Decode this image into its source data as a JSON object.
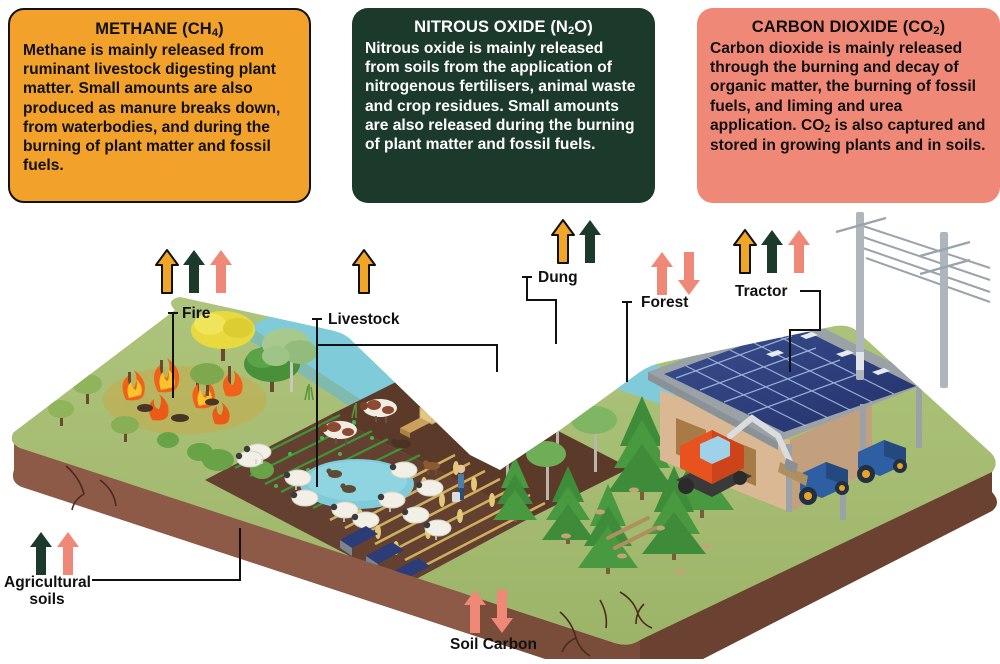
{
  "boxes": [
    {
      "id": "methane",
      "title_main": "METHANE (CH",
      "title_sub": "4",
      "title_end": ")",
      "body": "Methane is mainly released from ruminant livestock digesting plant matter. Small amounts are also produced as manure breaks down, from waterbodies, and during the burning of plant matter and fossil fuels.",
      "bg": "#F2A22B",
      "fg": "#111111"
    },
    {
      "id": "n2o",
      "title_main": "NITROUS OXIDE (N",
      "title_sub": "2",
      "title_end": "O)",
      "body": "Nitrous oxide is mainly released from soils from the application of nitrogenous fertilisers, animal waste and crop residues. Small amounts are also released during the burning of plant matter and fossil fuels.",
      "bg": "#1C3A2B",
      "fg": "#FFFFFF"
    },
    {
      "id": "co2",
      "title_main": "CARBON DIOXIDE (CO",
      "title_sub": "2",
      "title_end": ")",
      "body_pre": "Carbon dioxide is mainly released through the burning and decay of organic matter, the burning of fossil fuels, and liming and urea application. CO",
      "body_sub": "2",
      "body_post": " is also captured and stored in growing plants and in soils.",
      "bg": "#F08878",
      "fg": "#111111"
    }
  ],
  "colors": {
    "methane_arrow": "#F2A628",
    "n2o_arrow": "#1C3A2B",
    "co2_arrow": "#F08878",
    "arrow_outline": "#111111",
    "land_grass": "#A8BE74",
    "land_grass_dark": "#93AC62",
    "land_soil": "#8C5A46",
    "land_soil_dark": "#7A4C3A",
    "water": "#7FCBD9",
    "field_soil": "#63402F",
    "barn_wall": "#D9B893",
    "roof_panel": "#2B3C78",
    "tractor_red": "#E8521F",
    "tractor_blue": "#2E5FA3",
    "pole_grey": "#AFB6BB"
  },
  "labels": [
    {
      "id": "fire",
      "text": "Fire",
      "arrows": [
        "methane",
        "n2o",
        "co2"
      ],
      "dirs": [
        "up",
        "up",
        "up"
      ]
    },
    {
      "id": "livestock",
      "text": "Livestock",
      "arrows": [
        "methane"
      ],
      "dirs": [
        "up"
      ]
    },
    {
      "id": "dung",
      "text": "Dung",
      "arrows": [
        "methane",
        "n2o"
      ],
      "dirs": [
        "up",
        "up"
      ]
    },
    {
      "id": "forest",
      "text": "Forest",
      "arrows": [
        "co2",
        "co2"
      ],
      "dirs": [
        "up",
        "down"
      ]
    },
    {
      "id": "tractor",
      "text": "Tractor",
      "arrows": [
        "methane",
        "n2o",
        "co2"
      ],
      "dirs": [
        "up",
        "up",
        "up"
      ]
    },
    {
      "id": "agsoils",
      "text": "Agricultural\nsoils",
      "arrows": [
        "n2o",
        "co2"
      ],
      "dirs": [
        "up",
        "up"
      ]
    },
    {
      "id": "soilcarbon",
      "text": "Soil Carbon",
      "arrows": [
        "co2",
        "co2"
      ],
      "dirs": [
        "up",
        "down"
      ]
    }
  ]
}
